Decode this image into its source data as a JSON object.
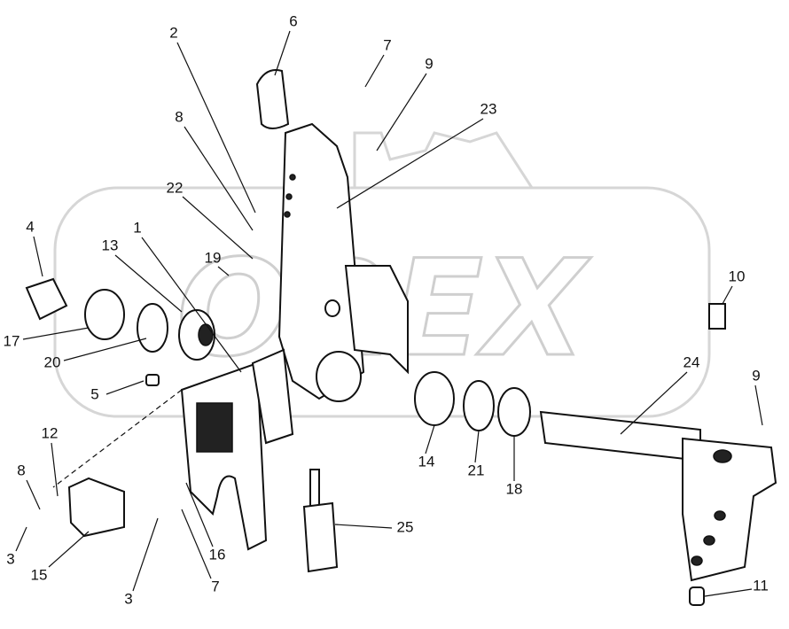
{
  "watermark": {
    "text": "OREX"
  },
  "callouts": [
    "2",
    "6",
    "7",
    "9",
    "23",
    "8",
    "22",
    "19",
    "1",
    "13",
    "4",
    "17",
    "20",
    "5",
    "12",
    "8",
    "3",
    "15",
    "3",
    "16",
    "7",
    "25",
    "14",
    "21",
    "18",
    "24",
    "10",
    "9",
    "11"
  ]
}
